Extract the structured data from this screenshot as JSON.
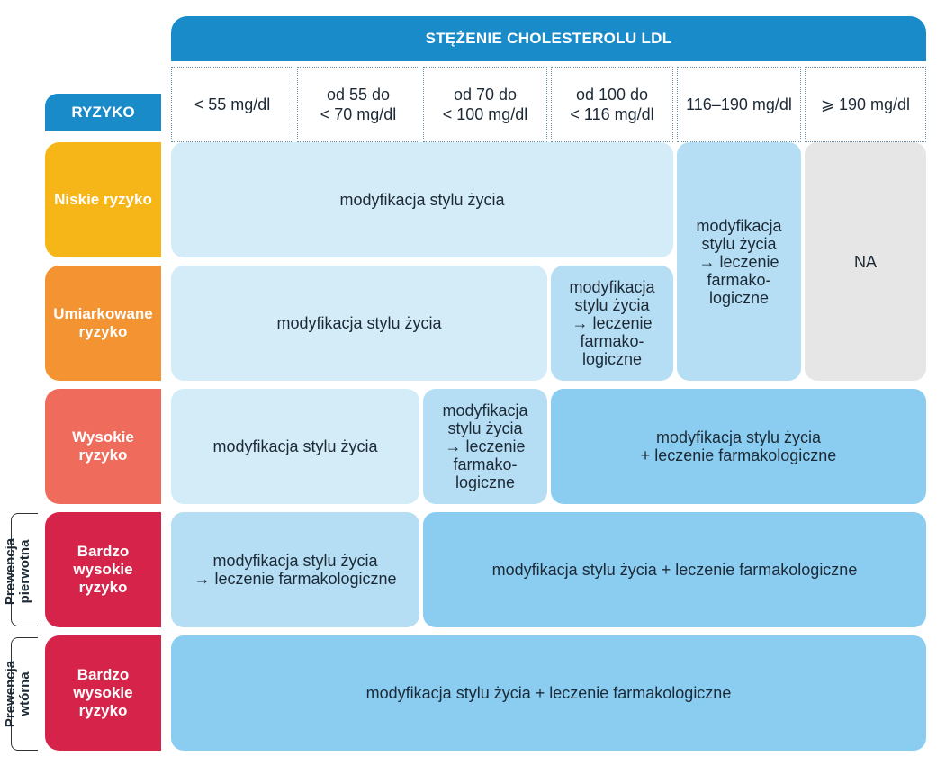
{
  "header": {
    "title": "STĘŻENIE CHOLESTEROLU LDL"
  },
  "risk_header": "RYZYKO",
  "columns": [
    "< 55 mg/dl",
    "od 55 do\n< 70 mg/dl",
    "od 70 do\n< 100 mg/dl",
    "od 100 do\n< 116 mg/dl",
    "116–190 mg/dl",
    "⩾ 190 mg/dl"
  ],
  "risk_rows": [
    {
      "label": "Niskie ryzyko",
      "color": "#f7b617"
    },
    {
      "label": "Umiarkowane\nryzyko",
      "color": "#f39332"
    },
    {
      "label": "Wysokie\nryzyko",
      "color": "#ef6b5b"
    },
    {
      "label": "Bardzo\nwysokie\nryzyko",
      "color": "#d6234a"
    },
    {
      "label": "Bardzo\nwysokie\nryzyko",
      "color": "#d6234a"
    }
  ],
  "side_labels": {
    "primary": "Prewencja\npierwotna",
    "secondary": "Prewencja\nwtórna"
  },
  "cells": {
    "low_lifestyle": "modyfikacja stylu życia",
    "low_mid_combo": "modyfikacja\nstylu życia\n→ leczenie\nfarmako-\nlogiczne",
    "na": "NA",
    "mod_lifestyle": "modyfikacja stylu życia",
    "mod_combo": "modyfikacja\nstylu życia\n→ leczenie\nfarmako-\nlogiczne",
    "high_lifestyle": "modyfikacja stylu życia",
    "high_combo": "modyfikacja\nstylu życia\n→ leczenie\nfarmako-\nlogiczne",
    "high_both": "modyfikacja stylu życia\n+ leczenie farmakologiczne",
    "vhigh_primary_arrow": "modyfikacja stylu życia\n→ leczenie farmakologiczne",
    "vhigh_primary_both": "modyfikacja stylu życia + leczenie farmakologiczne",
    "vhigh_secondary_both": "modyfikacja stylu życia + leczenie farmakologiczne"
  }
}
